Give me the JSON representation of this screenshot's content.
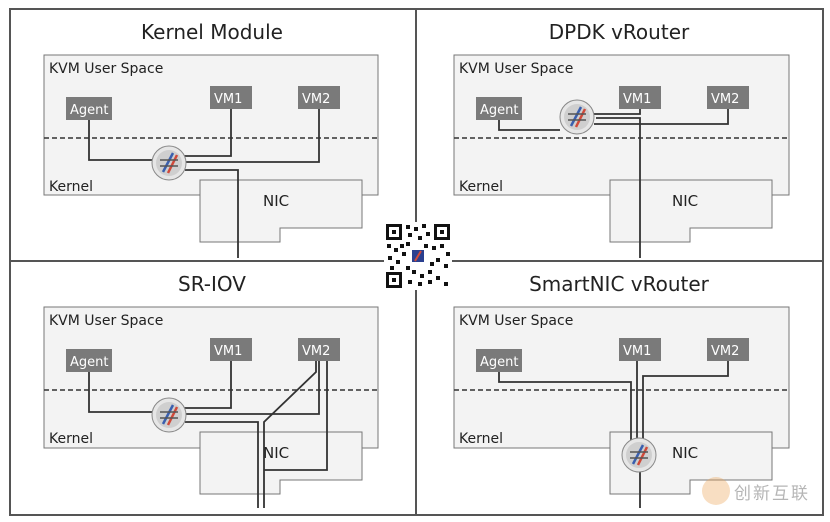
{
  "quadrants": [
    {
      "title": "Kernel Module",
      "user_space": "KVM User Space",
      "kernel": "Kernel",
      "agent": "Agent",
      "vm1": "VM1",
      "vm2": "VM2",
      "nic": "NIC"
    },
    {
      "title": "DPDK vRouter",
      "user_space": "KVM User Space",
      "kernel": "Kernel",
      "agent": "Agent",
      "vm1": "VM1",
      "vm2": "VM2",
      "nic": "NIC"
    },
    {
      "title": "SR-IOV",
      "user_space": "KVM User Space",
      "kernel": "Kernel",
      "agent": "Agent",
      "vm1": "VM1",
      "vm2": "VM2",
      "nic": "NIC"
    },
    {
      "title": "SmartNIC vRouter",
      "user_space": "KVM User Space",
      "kernel": "Kernel",
      "agent": "Agent",
      "vm1": "VM1",
      "vm2": "VM2",
      "nic": "NIC"
    }
  ],
  "watermark": "创新互联",
  "colors": {
    "box": "#7a7a7a",
    "panel": "#f3f3f3",
    "line": "#333333"
  },
  "icons": {
    "router": "vrouter-icon",
    "qr": "qr-code-icon"
  }
}
